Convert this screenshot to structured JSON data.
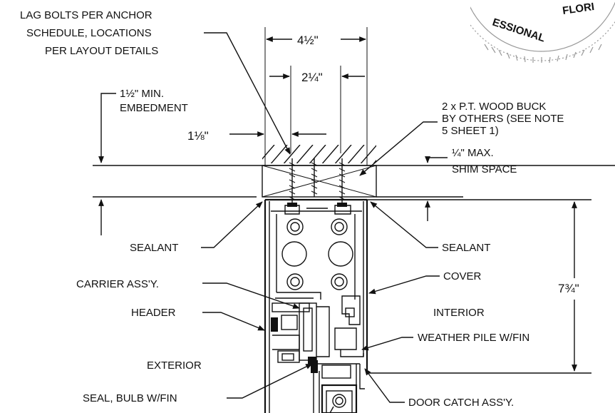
{
  "callouts": {
    "lag_bolts": [
      "LAG BOLTS PER ANCHOR",
      "SCHEDULE, LOCATIONS",
      "PER LAYOUT DETAILS"
    ],
    "embedment": [
      "1½\" MIN.",
      "EMBEDMENT"
    ],
    "wood_buck": [
      "2 x P.T. WOOD BUCK",
      "BY OTHERS (SEE NOTE",
      "5 SHEET 1)"
    ],
    "shim": [
      "¼\" MAX.",
      "SHIM SPACE"
    ],
    "sealant_left": "SEALANT",
    "sealant_right": "SEALANT",
    "carrier": "CARRIER ASS'Y.",
    "header": "HEADER",
    "exterior": "EXTERIOR",
    "cover": "COVER",
    "interior": "INTERIOR",
    "weather_pile": "WEATHER PILE W/FIN",
    "seal_bulb": "SEAL, BULB W/FIN",
    "door_catch": "DOOR CATCH ASS'Y."
  },
  "dimensions": {
    "overall_width": "4½\"",
    "anchor_spacing": "2¼\"",
    "edge_distance": "1⅛\"",
    "height": "7¾\""
  },
  "stamp": {
    "lines": [
      "FLORI",
      "ESSIONAL"
    ]
  }
}
